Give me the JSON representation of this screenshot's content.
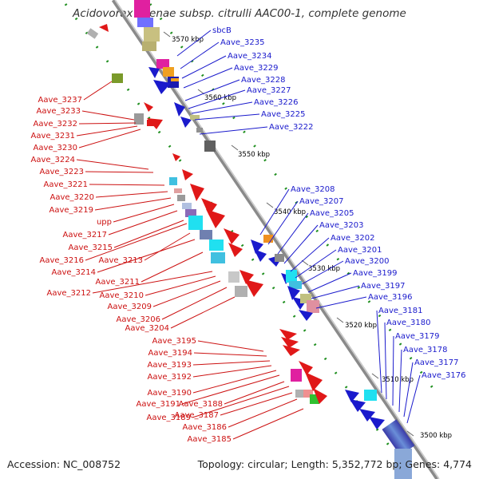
{
  "title": "Acidovorax avenae subsp. citrulli AAC00-1, complete genome",
  "accession_text": "Accession: NC_008752",
  "topology_text": "Topology: circular; Length: 5,352,772 bp; Genes: 4,774",
  "colors": {
    "forward_label": "#1a1acc",
    "reverse_label": "#cc1111",
    "backbone": "#8a8a8a",
    "tick": "#1a8a1a"
  },
  "kbp_markers": [
    "3570 kbp",
    "3560 kbp",
    "3550 kbp",
    "3540 kbp",
    "3530 kbp",
    "3520 kbp",
    "3510 kbp",
    "3500 kbp"
  ],
  "forward_genes": [
    "sbcB",
    "Aave_3235",
    "Aave_3234",
    "Aave_3229",
    "Aave_3228",
    "Aave_3227",
    "Aave_3226",
    "Aave_3225",
    "Aave_3222",
    "Aave_3208",
    "Aave_3207",
    "Aave_3205",
    "Aave_3203",
    "Aave_3202",
    "Aave_3201",
    "Aave_3200",
    "Aave_3199",
    "Aave_3197",
    "Aave_3196",
    "Aave_3181",
    "Aave_3180",
    "Aave_3179",
    "Aave_3178",
    "Aave_3177",
    "Aave_3176"
  ],
  "reverse_genes": [
    "Aave_3237",
    "Aave_3233",
    "Aave_3232",
    "Aave_3231",
    "Aave_3230",
    "Aave_3224",
    "Aave_3223",
    "Aave_3221",
    "Aave_3220",
    "Aave_3219",
    "upp",
    "Aave_3217",
    "Aave_3215",
    "Aave_3216",
    "Aave_3213",
    "Aave_3214",
    "Aave_3211",
    "Aave_3212",
    "Aave_3210",
    "Aave_3209",
    "Aave_3206",
    "Aave_3204",
    "Aave_3195",
    "Aave_3194",
    "Aave_3193",
    "Aave_3192",
    "Aave_3190",
    "Aave_3191",
    "Aave_3188",
    "Aave_3189",
    "Aave_3187",
    "Aave_3186",
    "Aave_3185"
  ]
}
